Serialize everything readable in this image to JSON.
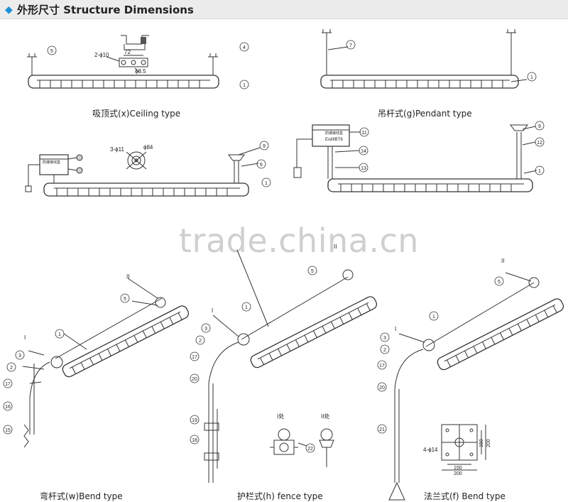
{
  "header": {
    "title": "外形尺寸 Structure Dimensions",
    "diamond_color": "#1e8fd6"
  },
  "captions": {
    "ceiling": "吸顶式(x)Ceiling type",
    "pendant": "吊杆式(g)Pendant type",
    "bend_w": "弯杆式(w)Bend type",
    "fence": "护栏式(h) fence type",
    "bend_f": "法兰式(f) Bend type"
  },
  "watermark": "trade.china.cn",
  "dims": {
    "d72": "72",
    "hole2": "2-ϕ10",
    "d85": "ϕ8.5",
    "hole3": "3-ϕ11",
    "d84": "ϕ84",
    "hole4": "4-ϕ14",
    "d150a": "150",
    "d200a": "200",
    "d150b": "150",
    "d200b": "200",
    "view_I": "I处",
    "view_II": "II处",
    "box_text1": "防爆接线盒",
    "box_text2": "ExdIIBT6"
  },
  "callouts": {
    "n1": "1",
    "n2": "2",
    "n3": "3",
    "n4": "4",
    "n5": "5",
    "n6": "6",
    "n7": "7",
    "n9": "9",
    "n11": "11",
    "n12": "12",
    "n13": "13",
    "n14": "14",
    "n15": "15",
    "n16": "16",
    "n17": "17",
    "n18": "18",
    "n19": "19",
    "n20": "20",
    "n21": "21",
    "n22": "22",
    "nI": "I",
    "nII": "II"
  }
}
